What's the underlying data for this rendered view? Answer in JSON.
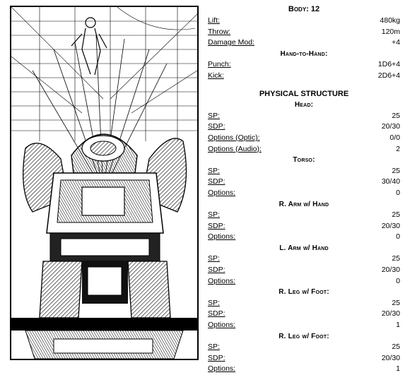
{
  "illustration": {
    "icon": "armored-mecha-illustration"
  },
  "body_section": {
    "title": "Body: 12",
    "rows": [
      {
        "label": "Lift:",
        "value": "480kg"
      },
      {
        "label": "Throw:",
        "value": "120m"
      },
      {
        "label": "Damage Mod:",
        "value": "+4"
      }
    ]
  },
  "hand_to_hand": {
    "heading": "Hand-to-Hand:",
    "rows": [
      {
        "label": "Punch:",
        "value": "1D6+4"
      },
      {
        "label": "Kick:",
        "value": "2D6+4"
      }
    ]
  },
  "physical_structure": {
    "title": "PHYSICAL STRUCTURE",
    "head": {
      "heading": "Head:",
      "rows": [
        {
          "label": "SP:",
          "value": "25"
        },
        {
          "label": "SDP:",
          "value": "20/30"
        },
        {
          "label": "Options (Optic):",
          "value": "0/0"
        },
        {
          "label": "Options (Audio):",
          "value": "2"
        }
      ]
    },
    "torso": {
      "heading": "Torso:",
      "rows": [
        {
          "label": "SP:",
          "value": "25"
        },
        {
          "label": "SDP:",
          "value": "30/40"
        },
        {
          "label": "Options:",
          "value": "0"
        }
      ]
    },
    "r_arm": {
      "heading": "R. Arm w/ Hand",
      "rows": [
        {
          "label": "SP:",
          "value": "25"
        },
        {
          "label": "SDP:",
          "value": "20/30"
        },
        {
          "label": "Options:",
          "value": "0"
        }
      ]
    },
    "l_arm": {
      "heading": "L. Arm w/ Hand",
      "rows": [
        {
          "label": "SP:",
          "value": "25"
        },
        {
          "label": "SDP:",
          "value": "20/30"
        },
        {
          "label": "Options:",
          "value": "0"
        }
      ]
    },
    "r_leg_1": {
      "heading": "R. Leg w/ Foot:",
      "rows": [
        {
          "label": "SP:",
          "value": "25"
        },
        {
          "label": "SDP:",
          "value": "20/30"
        },
        {
          "label": "Options:",
          "value": "1"
        }
      ]
    },
    "r_leg_2": {
      "heading": "R. Leg w/ Foot:",
      "rows": [
        {
          "label": "SP:",
          "value": "25"
        },
        {
          "label": "SDP:",
          "value": "20/30"
        },
        {
          "label": "Options:",
          "value": "1"
        }
      ]
    }
  }
}
